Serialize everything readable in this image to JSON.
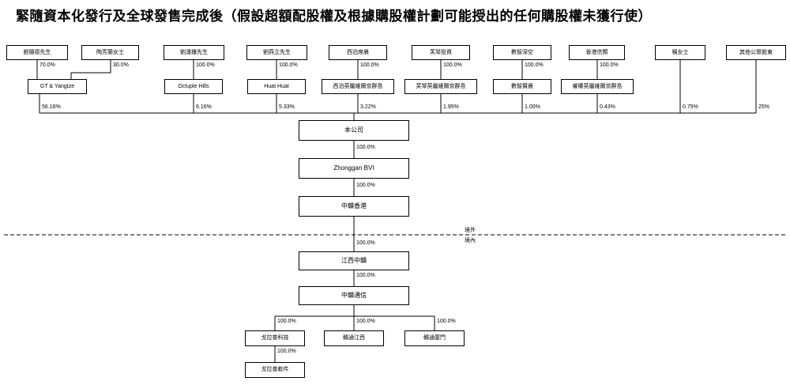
{
  "title": "緊隨資本化發行及全球發售完成後（假設超額配股權及根據購股權計劃可能授出的任何購股權未獲行使）",
  "region_labels": {
    "offshore": "境外",
    "onshore": "境內"
  },
  "nodes": {
    "s1": "劉隨德先生",
    "s2": "陶芳蘭女士",
    "s3": "劉濤播先生",
    "s4": "劉燕立先生",
    "s5": "西泊席晨",
    "s6": "芙琴投資",
    "s7": "數智深空",
    "s8": "香港信顥",
    "s9": "楊女士",
    "s10": "其他公眾股東",
    "h1": "GT & Yangtze",
    "h2": "Octuple Hills",
    "h3": "Huat Huat",
    "h4": "西泊英屬維爾京群島",
    "h5": "芙琴英屬維爾京群島",
    "h6": "數智贊晨",
    "h7": "睿權英屬維爾京群島",
    "company": "本公司",
    "bvi": "Zhonggan BVI",
    "hk": "中贛香港",
    "jx": "江西中贛",
    "zgtx": "中贛通信",
    "sub1": "戈拉普科技",
    "sub2": "贛通江西",
    "sub3": "贛通廈門",
    "sub4": "戈拉普軟件"
  },
  "percentages": {
    "s1_h1": "70.0%",
    "s2_h1": "30.0%",
    "s3_h2": "100.0%",
    "s4_h3": "100.0%",
    "s5_h4": "100.0%",
    "s6_h5": "100.0%",
    "s7_h6": "100.0%",
    "s8_h7": "100.0%",
    "h1_co": "56.16%",
    "h2_co": "6.16%",
    "h3_co": "5.33%",
    "h4_co": "3.22%",
    "h5_co": "1.95%",
    "h6_co": "1.00%",
    "h7_co": "0.43%",
    "s9_co": "0.75%",
    "s10_co": "25%",
    "co_bvi": "100.0%",
    "bvi_hk": "100.0%",
    "hk_jx": "100.0%",
    "jx_tx": "100.0%",
    "tx_sub1": "100.0%",
    "tx_sub2": "100.0%",
    "tx_sub3": "100.0%",
    "sub1_sub4": "100.0%"
  }
}
